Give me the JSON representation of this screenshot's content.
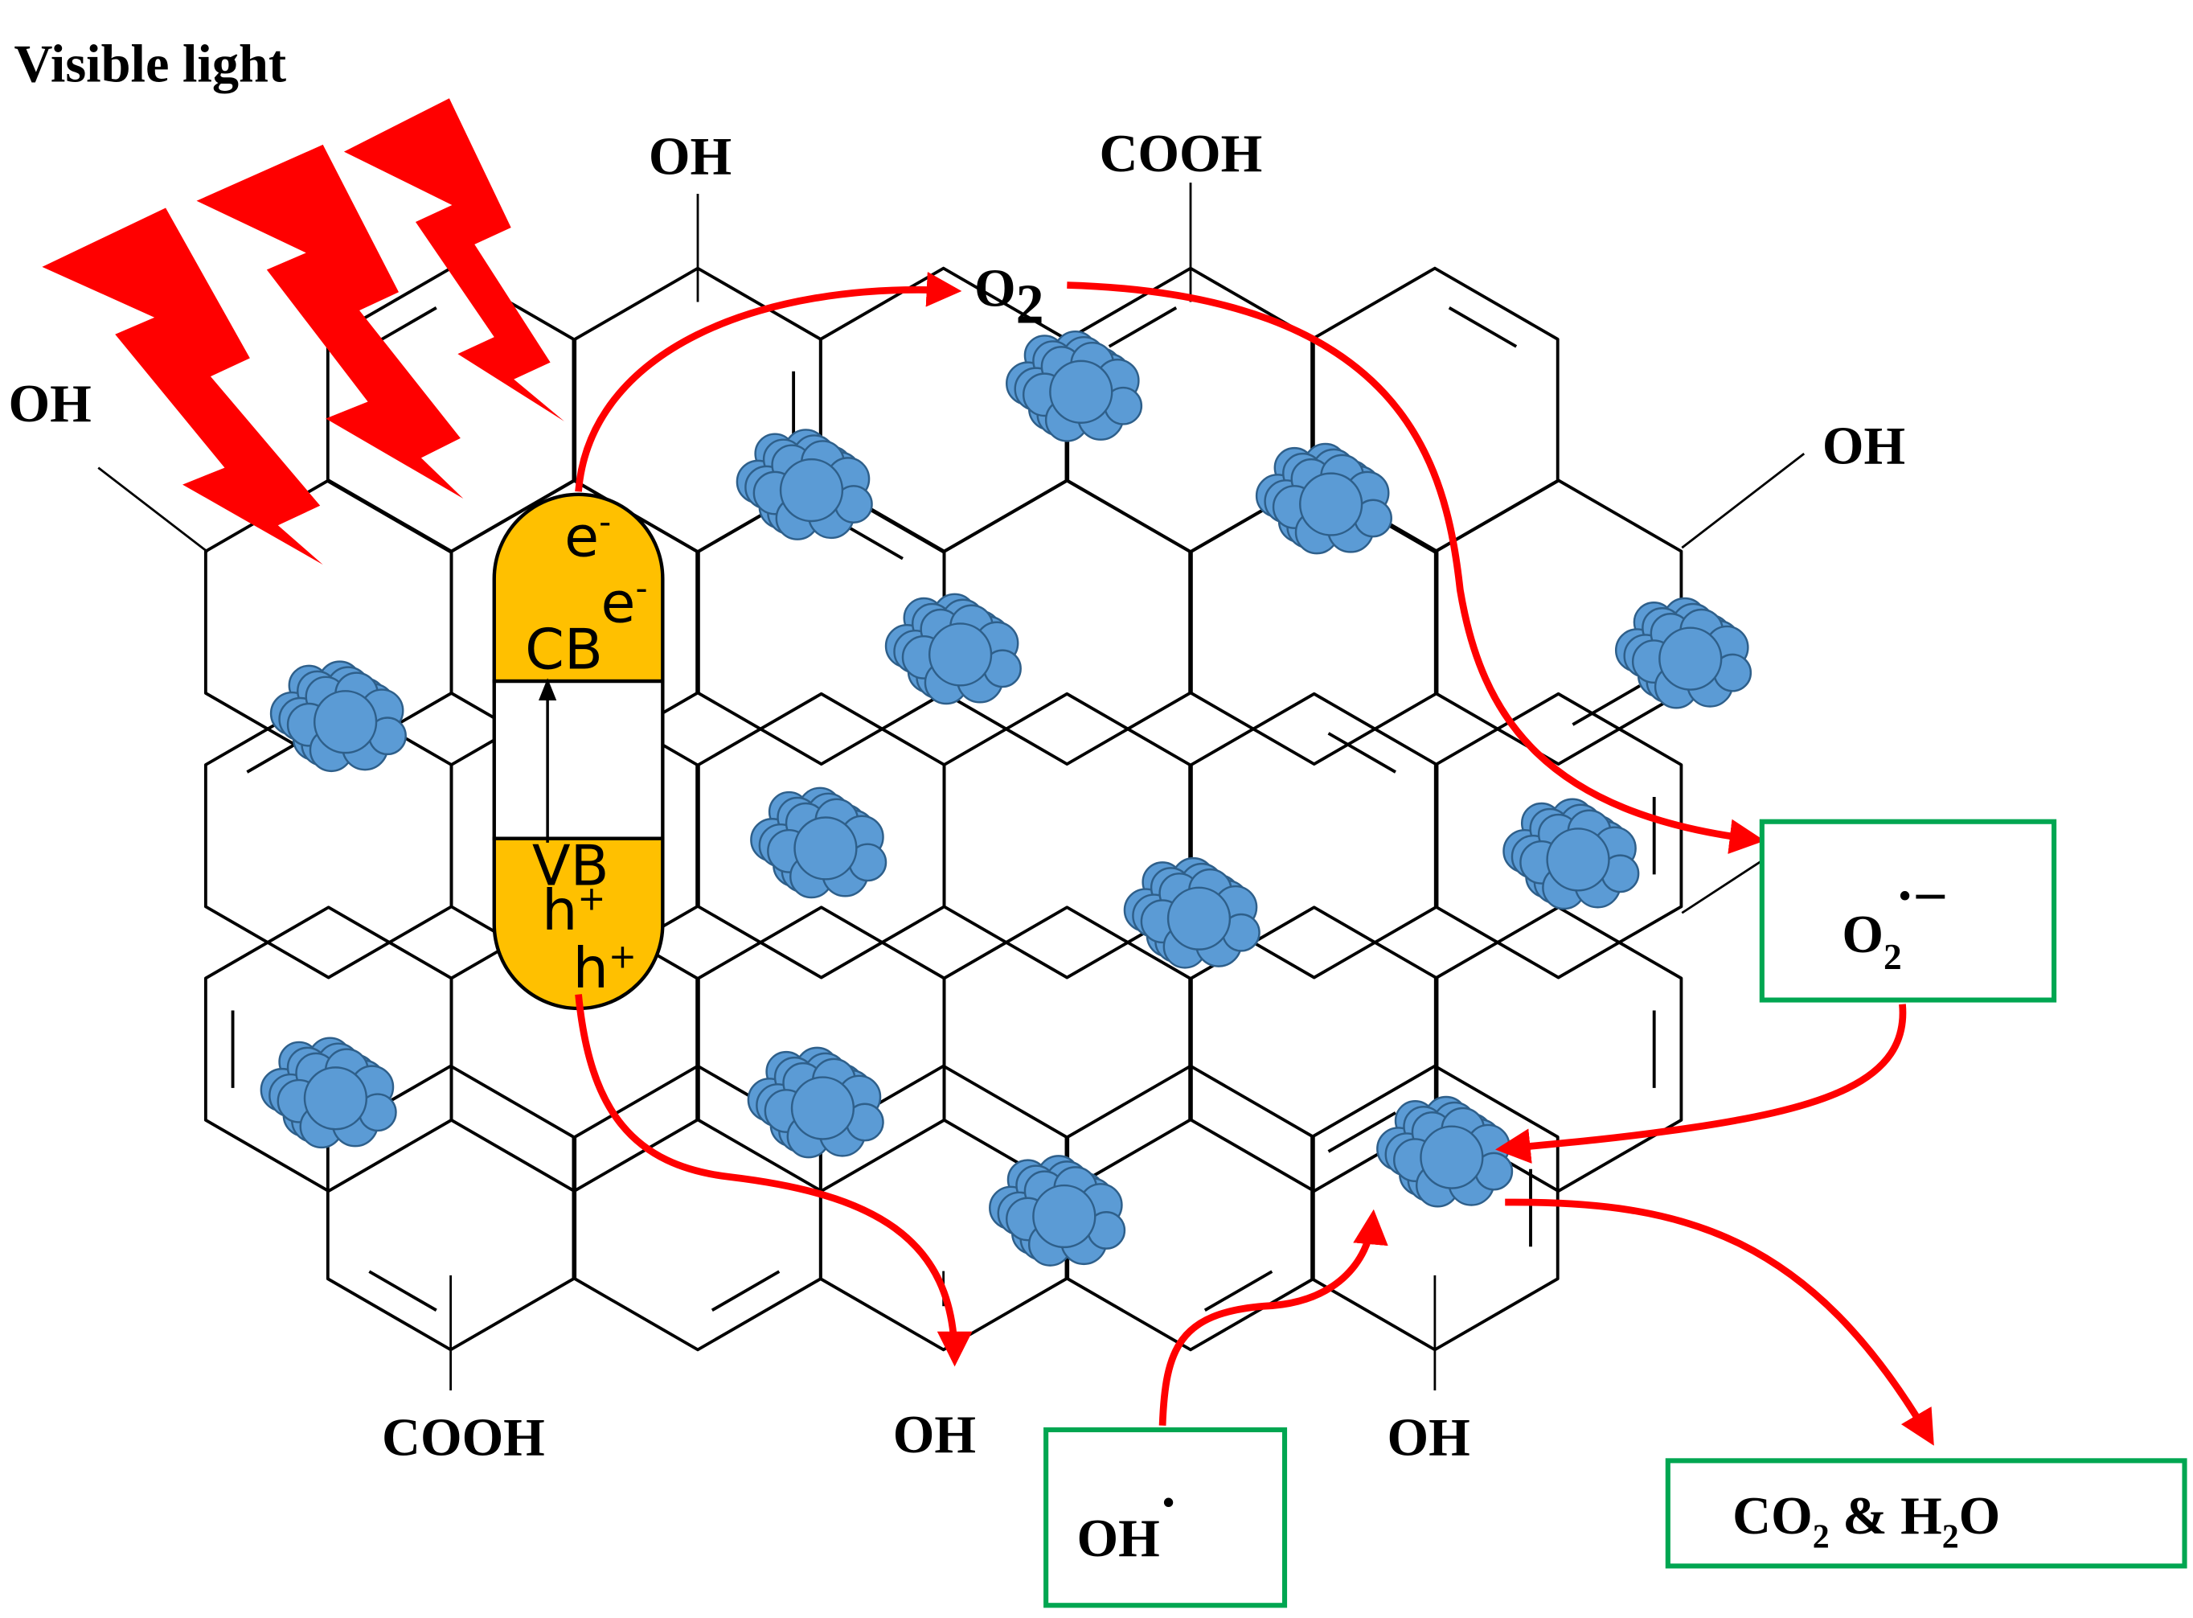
{
  "title": "Visible  light",
  "functional_groups": {
    "oh_top": "OH",
    "cooh_top": "COOH",
    "oh_left": "OH",
    "oh_right": "OH",
    "cooh_bottom": "COOH",
    "oh_bottom_mid": "OH",
    "oh_bottom_right": "OH"
  },
  "oxygen": {
    "base": "O",
    "sub": "2"
  },
  "semiconductor": {
    "e1": "e",
    "e2": "e",
    "minus": "-",
    "cb": "CB",
    "vb": "VB",
    "h1": "h",
    "h2": "h",
    "plus": "+"
  },
  "products": {
    "superoxide": {
      "base": "O",
      "sub": "2",
      "dot": "•",
      "charge": "–"
    },
    "hydroxyl_radical": {
      "base": "OH",
      "dot": "•"
    },
    "final": {
      "co": "CO",
      "sub2": "2",
      "amp": " & H",
      "h_sub": "2",
      "o": "O"
    }
  },
  "colors": {
    "arrow": "#ff0000",
    "lightning": "#ff0000",
    "band_fill": "#ffc000",
    "nanoparticle": "#5b9bd5",
    "box_border": "#00a651"
  },
  "icons": [
    "lightning-bolt-icon",
    "nanoparticle-cluster-icon"
  ]
}
